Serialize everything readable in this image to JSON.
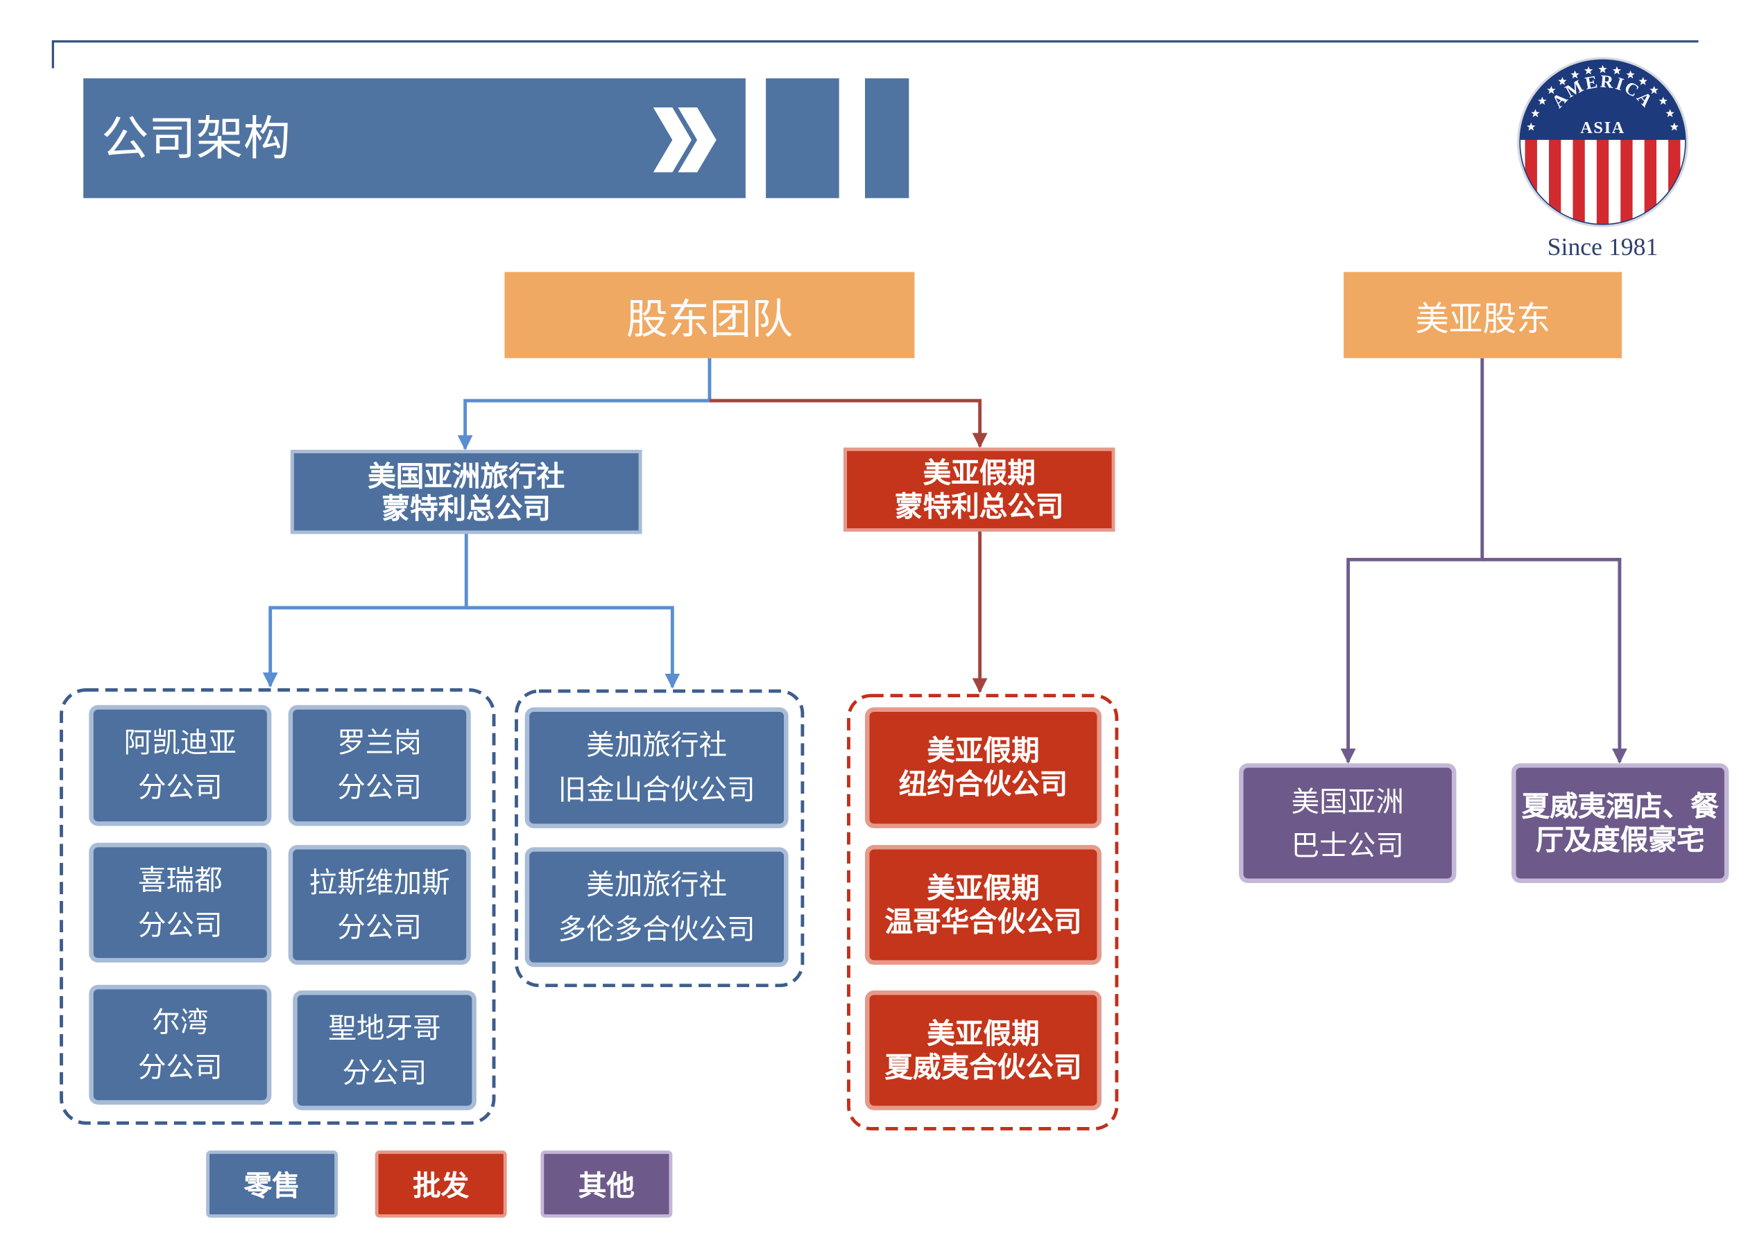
{
  "title_banner": {
    "title": "公司架构"
  },
  "logo": {
    "arc_text": "AMERICA",
    "center_text": "ASIA",
    "tagline": "Since 1981"
  },
  "shareholders": {
    "group": "股东团队",
    "meiya": "美亚股东"
  },
  "headquarters": {
    "retail": {
      "line1": "美国亚洲旅行社",
      "line2": "蒙特利总公司"
    },
    "wholesale": {
      "line1": "美亚假期",
      "line2": "蒙特利总公司"
    }
  },
  "retail_branches": [
    {
      "line1": "阿凯迪亚",
      "line2": "分公司"
    },
    {
      "line1": "罗兰岗",
      "line2": "分公司"
    },
    {
      "line1": "喜瑞都",
      "line2": "分公司"
    },
    {
      "line1": "拉斯维加斯",
      "line2": "分公司"
    },
    {
      "line1": "尔湾",
      "line2": "分公司"
    },
    {
      "line1": "聖地牙哥",
      "line2": "分公司"
    }
  ],
  "retail_partners": [
    {
      "line1": "美加旅行社",
      "line2": "旧金山合伙公司"
    },
    {
      "line1": "美加旅行社",
      "line2": "多伦多合伙公司"
    }
  ],
  "wholesale_partners": [
    {
      "line1": "美亚假期",
      "line2": "纽约合伙公司"
    },
    {
      "line1": "美亚假期",
      "line2": "温哥华合伙公司"
    },
    {
      "line1": "美亚假期",
      "line2": "夏威夷合伙公司"
    }
  ],
  "other_companies": [
    {
      "line1": "美国亚洲",
      "line2": "巴士公司"
    },
    {
      "line1": "夏威夷酒店、餐",
      "line2": "厅及度假豪宅"
    }
  ],
  "legend": [
    {
      "label": "零售"
    },
    {
      "label": "批发"
    },
    {
      "label": "其他"
    }
  ],
  "icons": {
    "banner_chevron": "double-chevron-right-icon",
    "logo_star": "star-icon"
  },
  "colors": {
    "banner": "#5074a1",
    "shareholder": "#f0a962",
    "retail": "#4d709e",
    "wholesale": "#c4351b",
    "other": "#6d5a8a",
    "retail-line": "#5a8ed1",
    "wholesale-line": "#a3443d",
    "other-line": "#6f5b8c",
    "retail-border": "#a9bcd6",
    "wholesale-border": "#e59a8b",
    "other-border": "#c3b7d6",
    "retail-dash": "#3d5d8c",
    "wholesale-dash": "#c0311c",
    "rule": "#34517f",
    "logo-navy": "#1d3a7c",
    "logo-red": "#d22a2f",
    "tagline": "#2d3f6f"
  }
}
